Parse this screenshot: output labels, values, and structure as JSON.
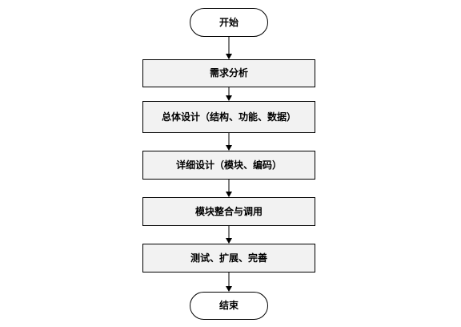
{
  "flowchart": {
    "start": "开始",
    "steps": [
      "需求分析",
      "总体设计（结构、功能、数据）",
      "详细设计（模块、编码）",
      "模块整合与调用",
      "测试、扩展、完善"
    ],
    "end": "结束"
  },
  "colors": {
    "box_fill": "#f2f2f2",
    "terminal_fill": "#ffffff",
    "stroke": "#000000"
  }
}
